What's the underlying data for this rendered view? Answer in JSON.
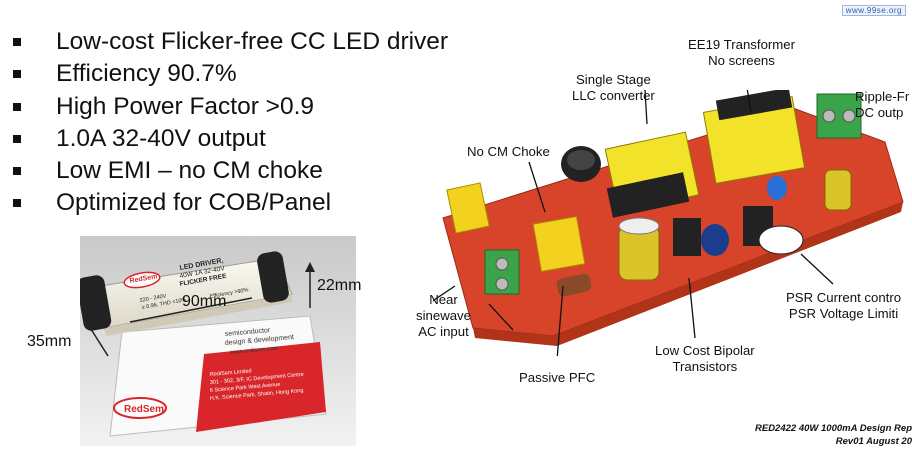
{
  "watermark": "www.99se.org",
  "bullets": [
    "Low-cost Flicker-free CC LED driver",
    "Efficiency 90.7%",
    "High Power Factor >0.9",
    "1.0A 32-40V output",
    "Low EMI – no CM choke",
    "Optimized for COB/Panel"
  ],
  "dimensions": {
    "height": "22mm",
    "length": "90mm",
    "width": "35mm"
  },
  "product_label": {
    "brand": "RedSem",
    "line1": "LED DRIVER,",
    "line2": "40W 1A 32-40V",
    "line3": "FLICKER FREE",
    "line4": "220 - 240V",
    "line5": "Efficiency >90%",
    "line6": "≥ 0.96, THD <10%"
  },
  "card": {
    "line1": "semiconductor",
    "line2": "design & development",
    "line3": "www.redisem.com",
    "address1": "RediSem Limited",
    "address2": "301 - 302, 3/F, IC Development Centre",
    "address3": "6 Science Park West Avenue",
    "address4": "H.K. Science Park, Shatin, Hong Kong"
  },
  "callouts": {
    "transformer": [
      "EE19 Transformer",
      "No screens"
    ],
    "llc": [
      "Single Stage",
      "LLC converter"
    ],
    "ripple": [
      "Ripple-Fr",
      "DC outp"
    ],
    "cm_choke": "No CM Choke",
    "sinewave": [
      "Near",
      "sinewave",
      "AC input"
    ],
    "psr": [
      "PSR Current contro",
      "PSR Voltage Limiti"
    ],
    "bipolar": [
      "Low Cost Bipolar",
      "Transistors"
    ],
    "pfc": "Passive PFC"
  },
  "footer": {
    "line1": "RED2422 40W 1000mA Design Rep",
    "line2": "Rev01 August 20"
  },
  "colors": {
    "pcb": "#d8442a",
    "cap_yellow": "#f2d21e",
    "terminal_green": "#3aa44a",
    "housing": "#f3f0e6",
    "card_red": "#d9262b"
  }
}
